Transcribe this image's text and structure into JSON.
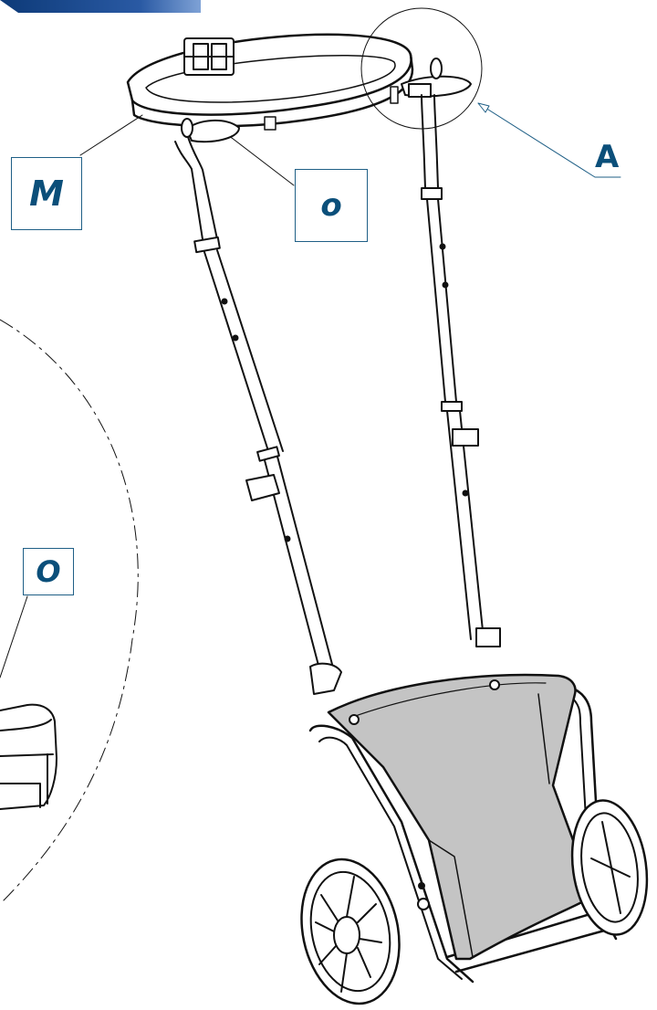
{
  "callouts": {
    "m": "M",
    "o_small": "o",
    "o_big": "O",
    "a": "A"
  },
  "colors": {
    "accent": "#0b4f7a",
    "band_dark": "#0d3a78",
    "band_light": "#3d6fb8",
    "seat_fill": "#c4c4c4",
    "line": "#111111"
  },
  "icons": {
    "detail_circle": "detail-view-circle",
    "big_detail_arc": "detail-view-arc"
  }
}
